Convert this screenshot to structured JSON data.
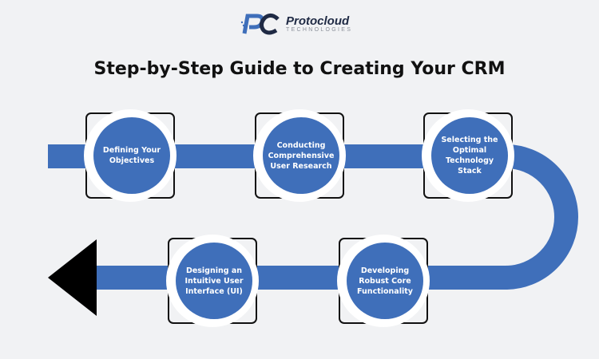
{
  "logo": {
    "brand": "Protocloud",
    "tagline": "TECHNOLOGIES"
  },
  "title": "Step-by-Step Guide to Creating Your CRM",
  "steps": [
    {
      "label": "Defining Your Objectives"
    },
    {
      "label": "Conducting Comprehensive User Research"
    },
    {
      "label": "Selecting the Optimal Technology Stack"
    },
    {
      "label": "Developing Robust Core Functionality"
    },
    {
      "label": "Designing an Intuitive User Interface (UI)"
    }
  ],
  "colors": {
    "path": "#3f6fba",
    "arrow": "#000000",
    "background": "#f1f2f4"
  }
}
